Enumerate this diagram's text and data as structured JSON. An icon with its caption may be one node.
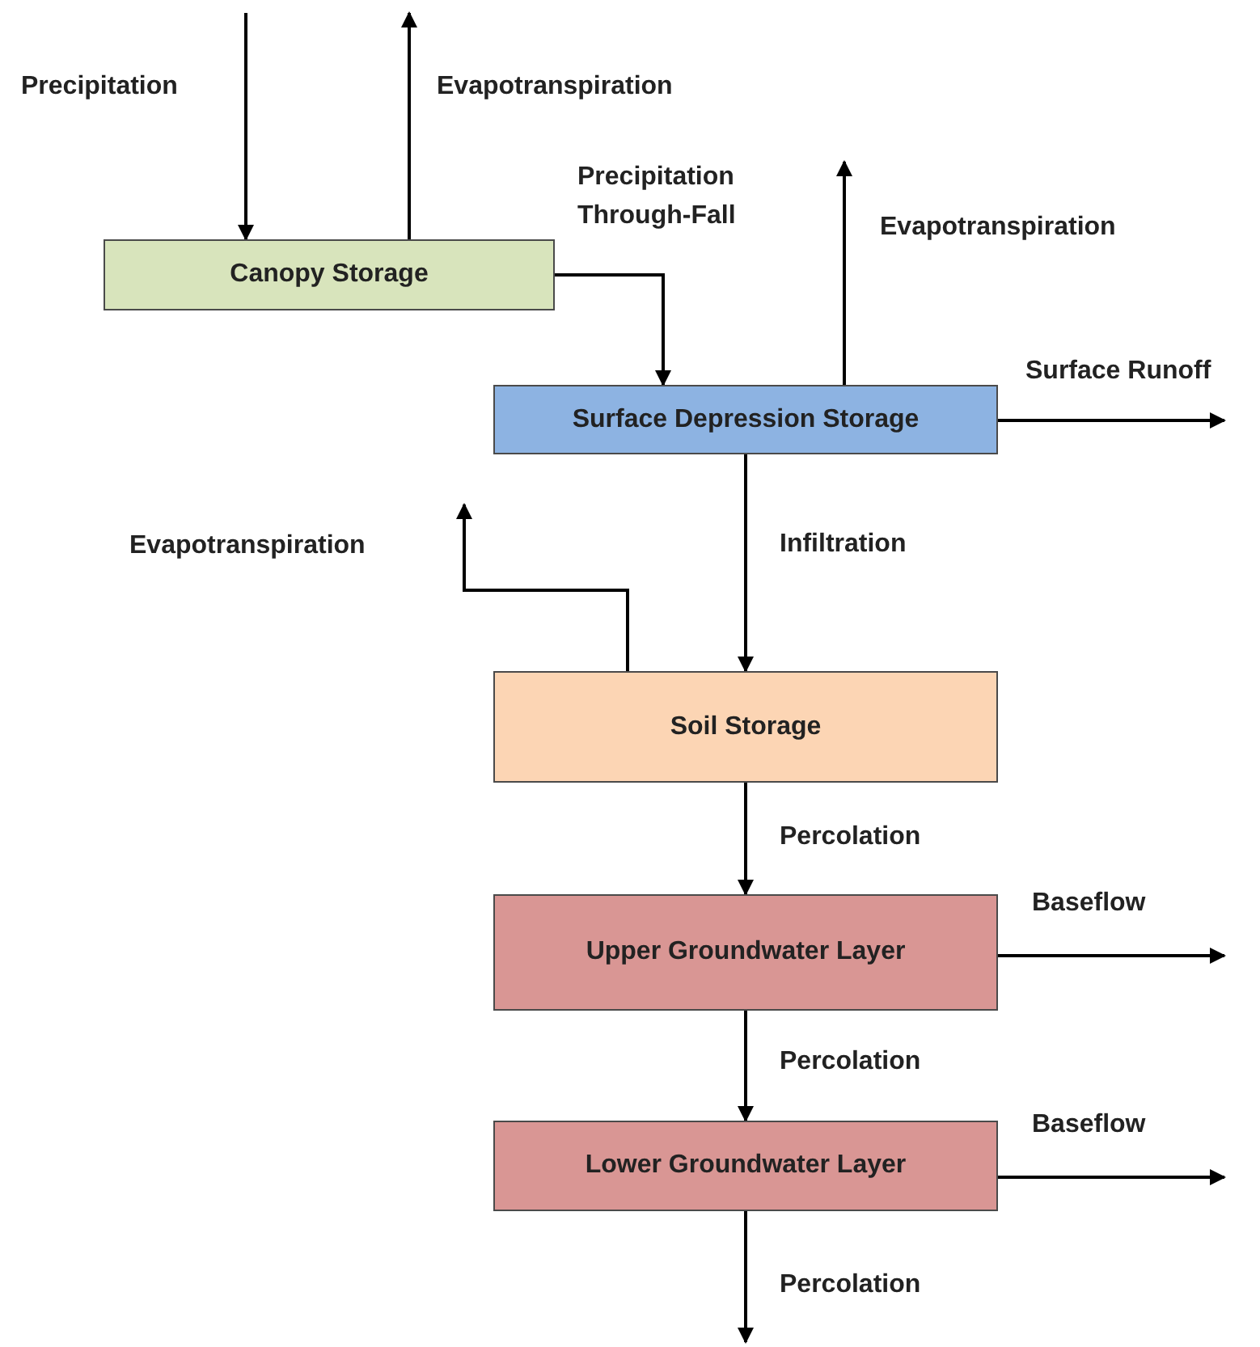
{
  "diagram": {
    "nodes": [
      {
        "text": [
          "Canopy Storage"
        ]
      },
      {
        "text": [
          "Surface Depression Storage"
        ]
      },
      {
        "text": [
          "Soil Storage"
        ]
      },
      {
        "text": [
          "Upper Groundwater Layer"
        ]
      },
      {
        "text": [
          "Lower Groundwater Layer"
        ]
      }
    ],
    "edges": [
      {
        "from": null,
        "to": 0,
        "arrow": "to",
        "label": "Precipitation"
      },
      {
        "from": 0,
        "to": null,
        "arrow": "to",
        "label": "Evapotranspiration"
      },
      {
        "from": 0,
        "to": 1,
        "arrow": "to",
        "label": "Precipitation Through-Fall"
      },
      {
        "from": 1,
        "to": null,
        "arrow": "to",
        "label": "Evapotranspiration"
      },
      {
        "from": 1,
        "to": null,
        "arrow": "to",
        "label": "Surface Runoff"
      },
      {
        "from": 1,
        "to": 2,
        "arrow": "to",
        "label": "Infiltration"
      },
      {
        "from": 2,
        "to": null,
        "arrow": "to",
        "label": "Evapotranspiration"
      },
      {
        "from": 2,
        "to": 3,
        "arrow": "to",
        "label": "Percolation"
      },
      {
        "from": 3,
        "to": null,
        "arrow": "to",
        "label": "Baseflow"
      },
      {
        "from": 3,
        "to": 4,
        "arrow": "to",
        "label": "Percolation"
      },
      {
        "from": 4,
        "to": null,
        "arrow": "to",
        "label": "Baseflow"
      },
      {
        "from": 4,
        "to": null,
        "arrow": "to",
        "label": "Percolation"
      }
    ]
  }
}
